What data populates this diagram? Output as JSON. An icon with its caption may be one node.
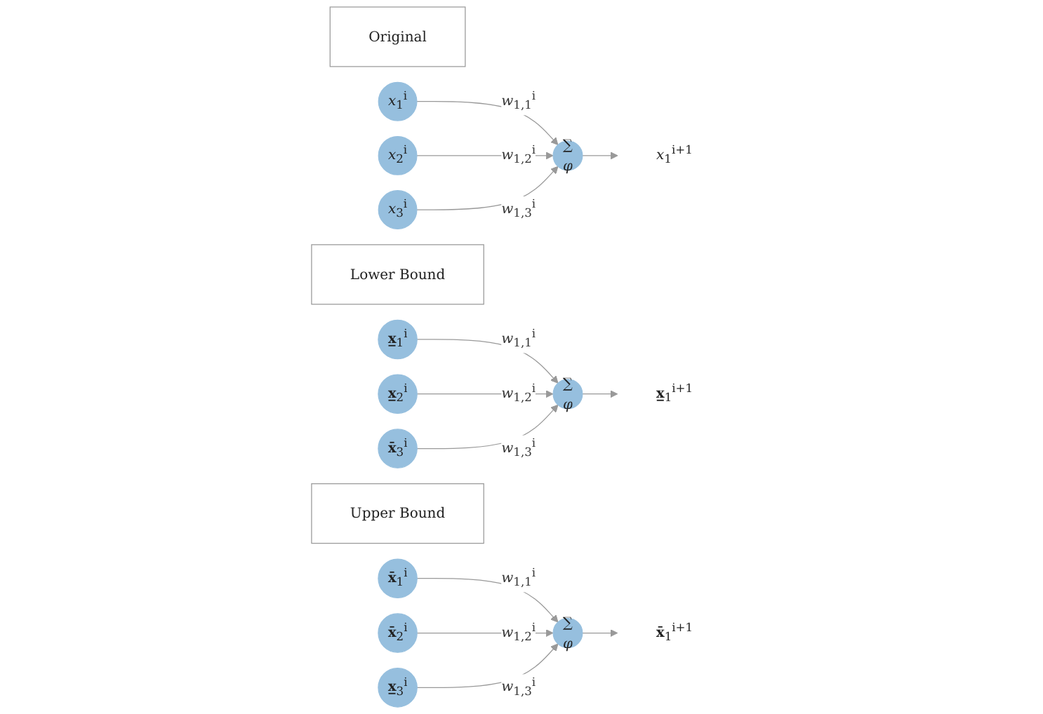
{
  "diagram": {
    "nodes": [
      {
        "text": [
          "Original"
        ]
      },
      {
        "text": [
          "*x*$_{1}$$^{i}$"
        ]
      },
      {
        "text": [
          "*x*$_{2}$$^{i}$"
        ]
      },
      {
        "text": [
          "*x*$_{3}$$^{i}$"
        ]
      },
      {
        "text": [
          "∑",
          "*φ*"
        ]
      },
      {
        "text": [
          "*x*$_{1}$$^{i+1}$"
        ]
      },
      {
        "text": [
          "Lower Bound"
        ]
      },
      {
        "text": [
          "**x̲**$_{1}$$^{i}$"
        ]
      },
      {
        "text": [
          "**x̲**$_{2}$$^{i}$"
        ]
      },
      {
        "text": [
          "**x̄**$_{3}$$^{i}$"
        ]
      },
      {
        "text": [
          "∑",
          "*φ*"
        ]
      },
      {
        "text": [
          "**x̲**$_{1}$$^{i+1}$"
        ]
      },
      {
        "text": [
          "Upper Bound"
        ]
      },
      {
        "text": [
          "**x̄**$_{1}$$^{i}$"
        ]
      },
      {
        "text": [
          "**x̄**$_{2}$$^{i}$"
        ]
      },
      {
        "text": [
          "**x̲**$_{3}$$^{i}$"
        ]
      },
      {
        "text": [
          "∑",
          "*φ*"
        ]
      },
      {
        "text": [
          "**x̄**$_{1}$$^{i+1}$"
        ]
      }
    ],
    "edges": [
      {
        "from": 1,
        "to": 4,
        "arrow": "to",
        "label": "*w*$_{1,1}$$^{i}$"
      },
      {
        "from": 2,
        "to": 4,
        "arrow": "to",
        "label": "*w*$_{1,2}$$^{i}$"
      },
      {
        "from": 3,
        "to": 4,
        "arrow": "to",
        "label": "*w*$_{1,3}$$^{i}$"
      },
      {
        "from": 4,
        "to": 5,
        "arrow": "to"
      },
      {
        "from": 7,
        "to": 10,
        "arrow": "to",
        "label": "*w*$_{1,1}$$^{i}$"
      },
      {
        "from": 8,
        "to": 10,
        "arrow": "to",
        "label": "*w*$_{1,2}$$^{i}$"
      },
      {
        "from": 9,
        "to": 10,
        "arrow": "to",
        "label": "*w*$_{1,3}$$^{i}$"
      },
      {
        "from": 10,
        "to": 11,
        "arrow": "to"
      },
      {
        "from": 13,
        "to": 16,
        "arrow": "to",
        "label": "*w*$_{1,1}$$^{i}$"
      },
      {
        "from": 14,
        "to": 16,
        "arrow": "to",
        "label": "*w*$_{1,2}$$^{i}$"
      },
      {
        "from": 15,
        "to": 16,
        "arrow": "to",
        "label": "*w*$_{1,3}$$^{i}$"
      },
      {
        "from": 16,
        "to": 17,
        "arrow": "to"
      }
    ]
  }
}
